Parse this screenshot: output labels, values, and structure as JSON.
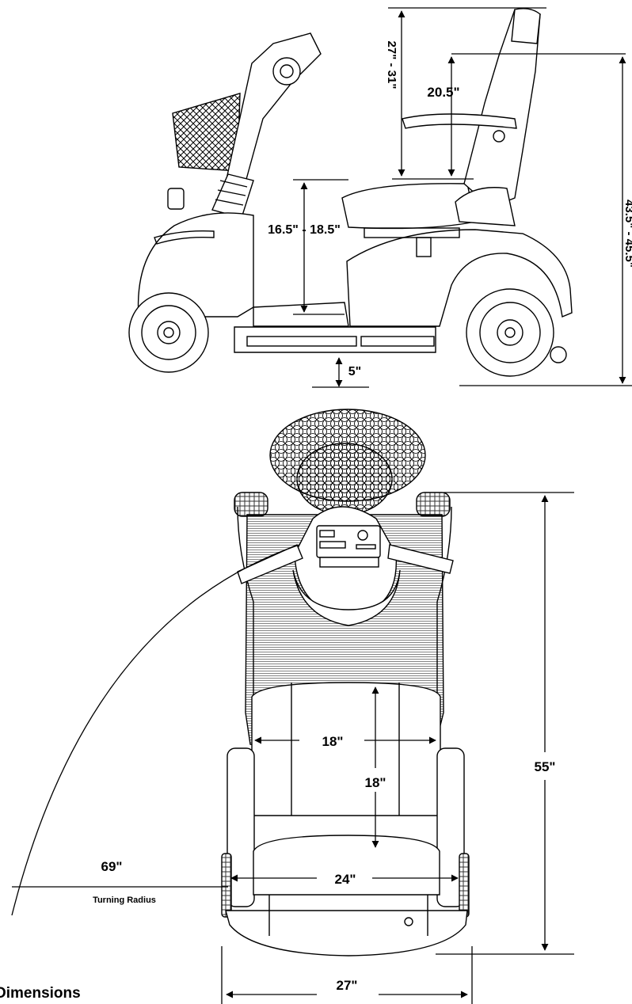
{
  "title": "Dimensions",
  "side_view": {
    "backrest_height": "27\" - 31\"",
    "armrest_height": "20.5\"",
    "seat_height": "16.5\" - 18.5\"",
    "ground_clearance": "5\"",
    "overall_height": "43.5\" - 45.5\""
  },
  "top_view": {
    "seat_width": "18\"",
    "seat_depth": "18\"",
    "armrest_width": "24\"",
    "overall_length": "55\"",
    "turning_radius_value": "69\"",
    "turning_radius_label": "Turning Radius",
    "overall_width": "27\""
  }
}
